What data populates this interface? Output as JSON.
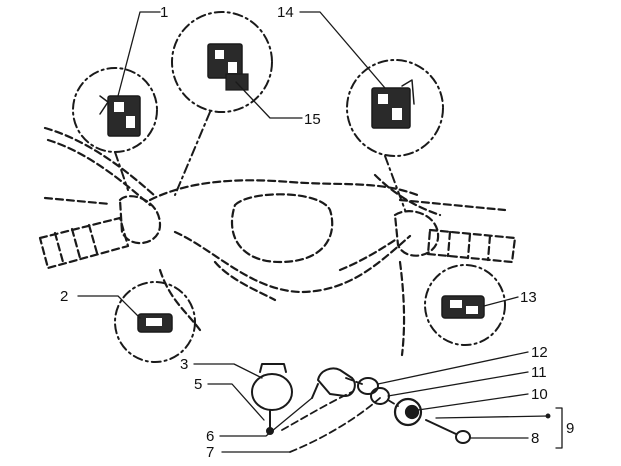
{
  "labels": {
    "l1": "1",
    "l2": "2",
    "l3": "3",
    "l5": "5",
    "l6": "6",
    "l7": "7",
    "l8": "8",
    "l9": "9",
    "l10": "10",
    "l11": "11",
    "l12": "12",
    "l13": "13",
    "l14": "14",
    "l15": "15"
  }
}
